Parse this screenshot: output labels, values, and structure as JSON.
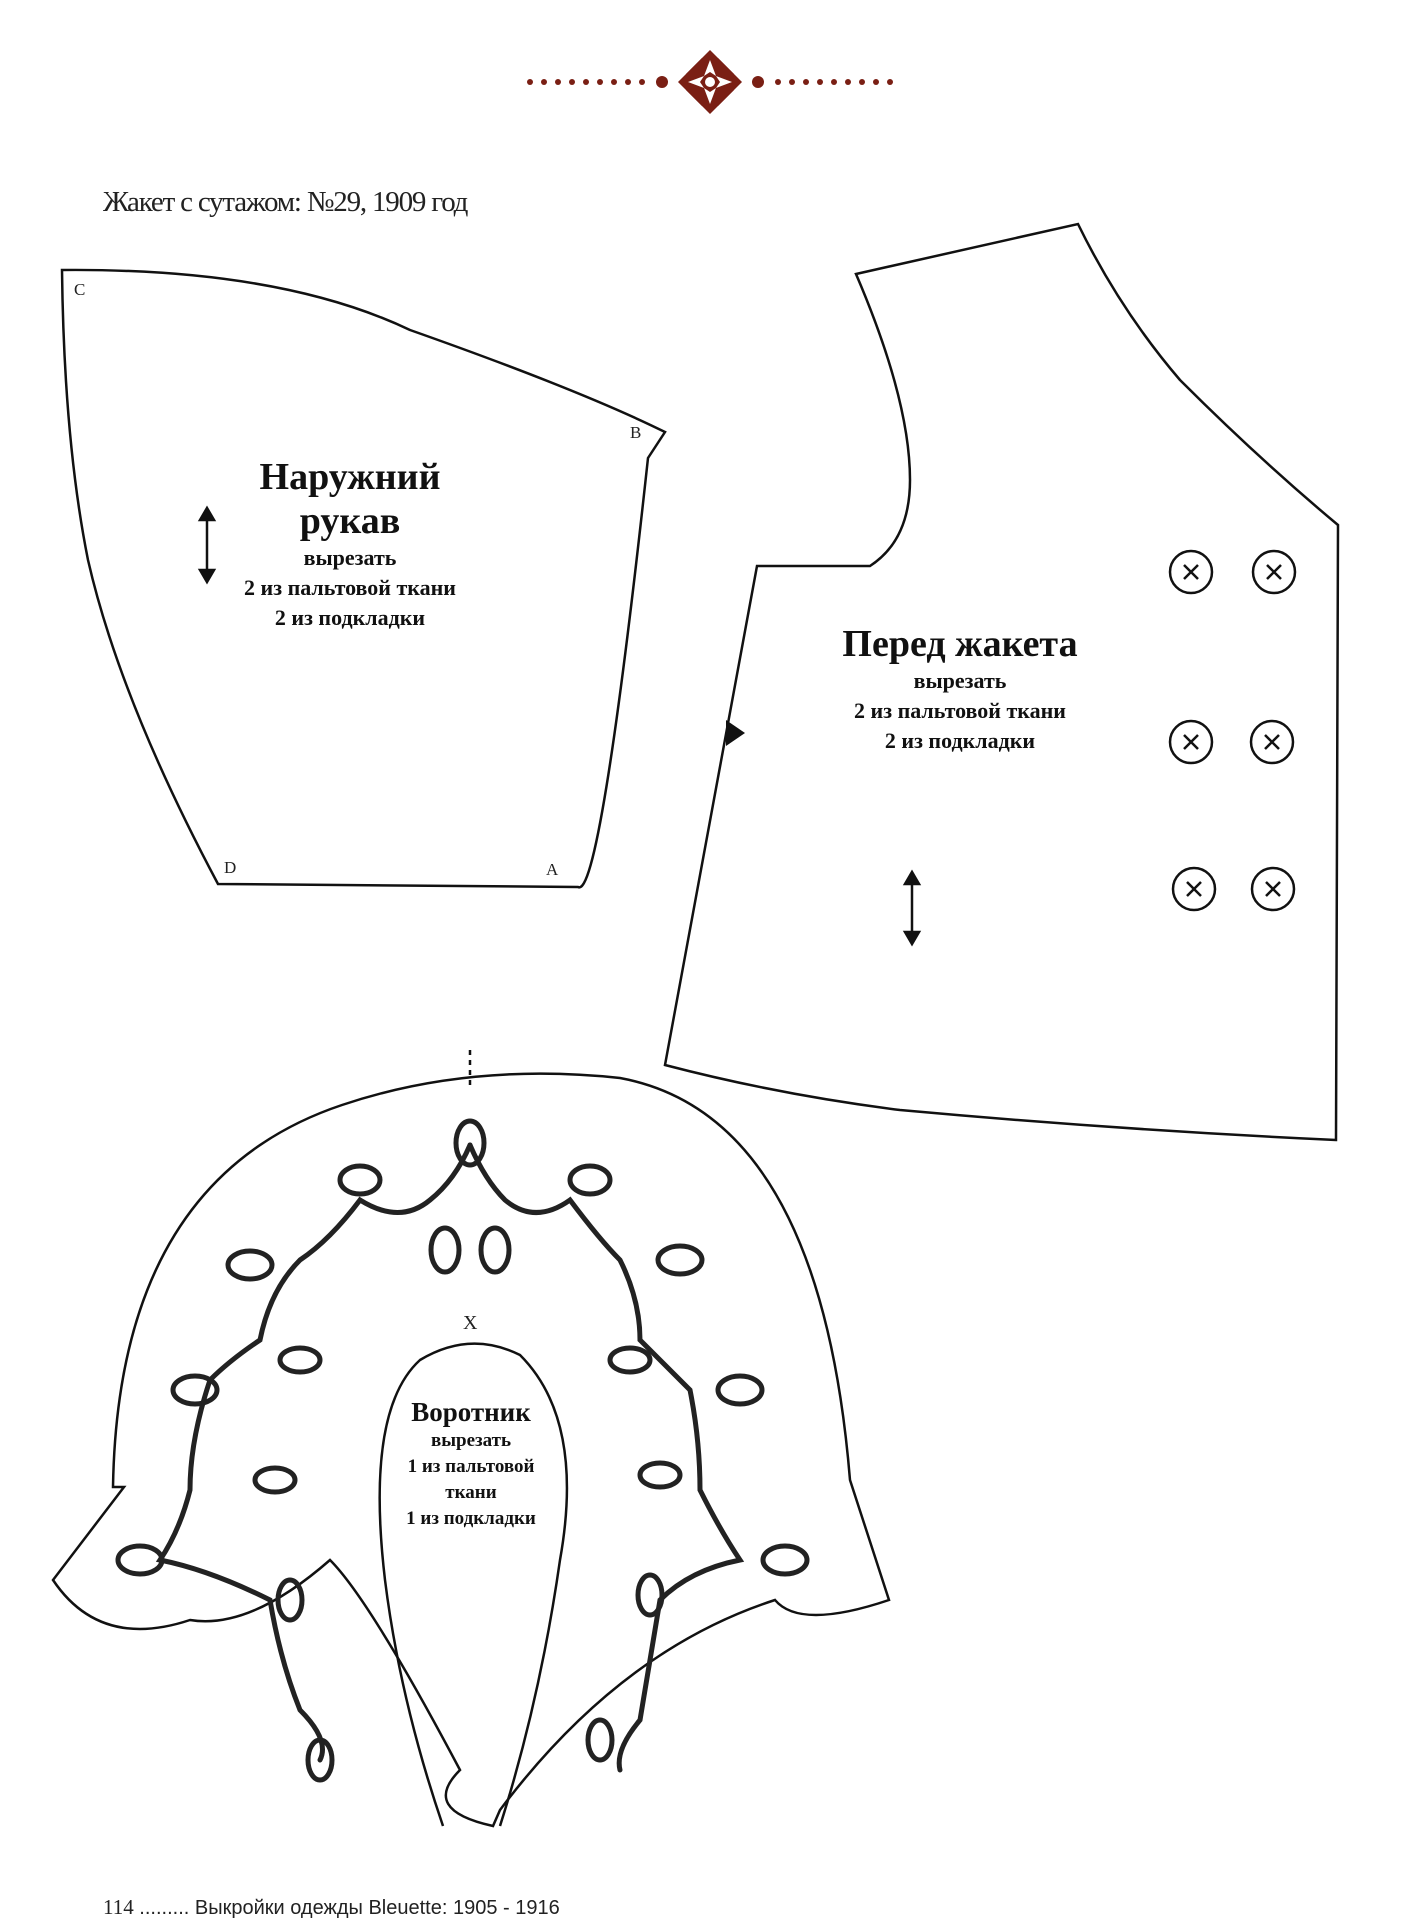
{
  "header": {
    "title": "Жакет с сутажом: №29, 1909 год"
  },
  "sleeve": {
    "title_line1": "Наружний",
    "title_line2": "рукав",
    "cut_label": "вырезать",
    "line1": "2 из пальтовой ткани",
    "line2": "2 из подкладки",
    "corners": {
      "c": "C",
      "b": "B",
      "d": "D",
      "a": "A"
    }
  },
  "front": {
    "title": "Перед жакета",
    "cut_label": "вырезать",
    "line1": "2 из пальтовой ткани",
    "line2": "2 из подкладки"
  },
  "collar": {
    "title": "Воротник",
    "cut_label": "вырезать",
    "line1": "1 из пальтовой",
    "line2": "ткани",
    "line3": "1 из подкладки",
    "mark": "X"
  },
  "footer": {
    "page_number": "114",
    "book_title": "Выкройки одежды Bleuette: 1905 - 1916"
  },
  "colors": {
    "ornament": "#7a1f14",
    "line": "#111111"
  },
  "icons": [
    "ornament-divider",
    "grainline-arrow-icon",
    "button-mark-icon",
    "notch-icon"
  ]
}
